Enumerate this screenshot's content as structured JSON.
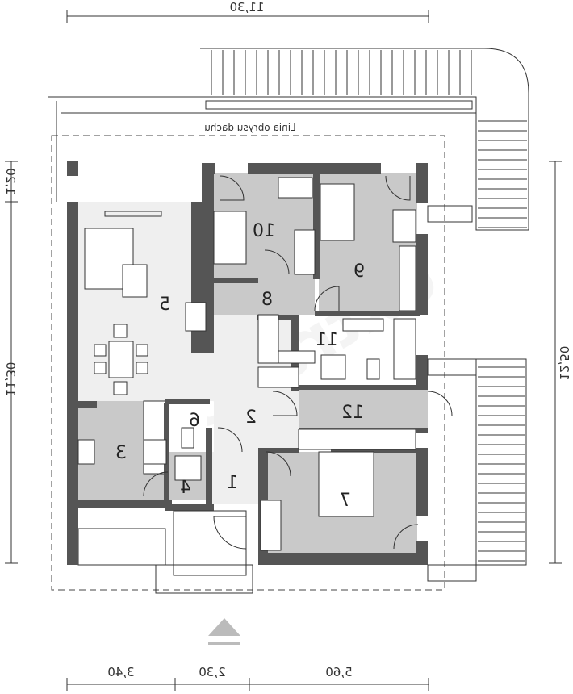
{
  "dimensions": {
    "top_total": "11,30",
    "left_upper": "1,20",
    "left_total": "11,30",
    "right_total": "12,50",
    "bottom": [
      "3,40",
      "2,30",
      "5,60"
    ]
  },
  "roof_outline_label": "Linia obrysu dachu",
  "watermark": "extradom",
  "rooms": [
    "1",
    "2",
    "3",
    "4",
    "5",
    "6",
    "7",
    "8",
    "9",
    "10",
    "11",
    "12"
  ],
  "colors": {
    "wall": "#555555",
    "room_gray": "#c9c9c9",
    "room_light": "#efefef",
    "line": "#333333"
  }
}
